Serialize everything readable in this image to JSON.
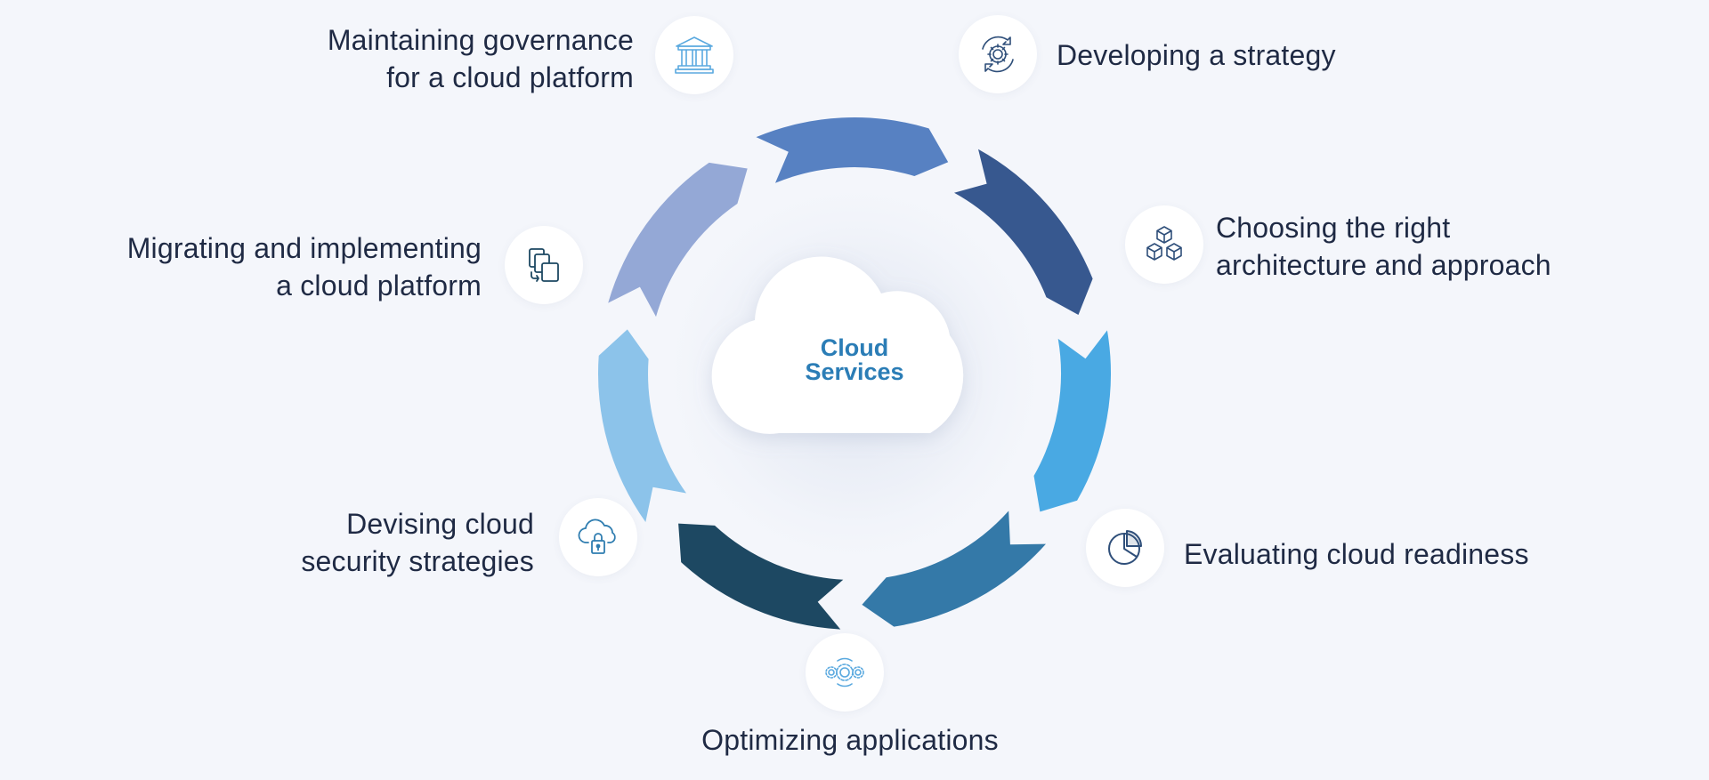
{
  "center": {
    "line1": "Cloud",
    "line2": "Services",
    "color": "#2b7db6"
  },
  "steps": [
    {
      "id": "strategy",
      "lines": [
        "Developing a strategy"
      ],
      "icon": "gear-arrows-icon",
      "segment_color": "#94a8d6"
    },
    {
      "id": "architecture",
      "lines": [
        "Choosing the right",
        "architecture and approach"
      ],
      "icon": "cubes-icon",
      "segment_color": "#5781c2"
    },
    {
      "id": "readiness",
      "lines": [
        "Evaluating cloud readiness"
      ],
      "icon": "pie-chart-icon",
      "segment_color": "#37588f"
    },
    {
      "id": "optimizing",
      "lines": [
        "Optimizing applications"
      ],
      "icon": "gears-icon",
      "segment_color": "#49a9e3"
    },
    {
      "id": "security",
      "lines": [
        "Devising cloud",
        "security strategies"
      ],
      "icon": "cloud-lock-icon",
      "segment_color": "#3479a8"
    },
    {
      "id": "migrating",
      "lines": [
        "Migrating and implementing",
        "a cloud platform"
      ],
      "icon": "documents-sync-icon",
      "segment_color": "#1d4862"
    },
    {
      "id": "governance",
      "lines": [
        "Maintaining governance",
        "for a cloud platform"
      ],
      "icon": "bank-building-icon",
      "segment_color": "#8cc3ea"
    }
  ],
  "colors": {
    "background": "#f4f6fb",
    "text": "#1f2a44",
    "icon_light": "#5aa9df",
    "icon_dark": "#2f4f7a"
  }
}
